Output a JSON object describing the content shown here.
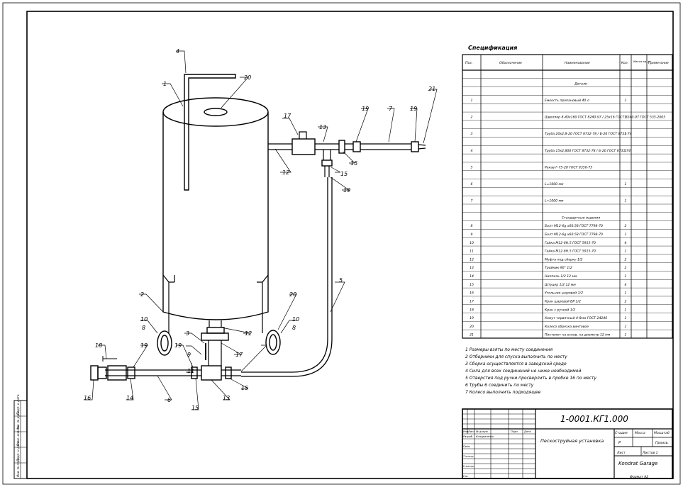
{
  "spec": {
    "title": "Спецификация",
    "headers": [
      "Поз.",
      "Обозначение",
      "Наименование",
      "Кол.",
      "Масса ед.,кг",
      "Примечание"
    ],
    "rows": [
      {
        "pos": "",
        "designation": "",
        "name": "",
        "qty": ""
      },
      {
        "pos": "",
        "designation": "",
        "name": "Детали",
        "qty": ""
      },
      {
        "pos": "",
        "designation": "",
        "name": "",
        "qty": ""
      },
      {
        "pos": "1",
        "designation": "",
        "name": "Емкость пропановый 40 л",
        "qty": "1"
      },
      {
        "pos": "",
        "designation": "",
        "name": "",
        "qty": ""
      },
      {
        "pos": "2",
        "designation": "",
        "name": "Швеллер 8-40x160 ГОСТ 8240-97 / 25x16 ГОСТ 8240-97 ГОСТ 535-2005",
        "qty": "1"
      },
      {
        "pos": "",
        "designation": "",
        "name": "",
        "qty": ""
      },
      {
        "pos": "3",
        "designation": "",
        "name": "Труба 20x2,8-20 ГОСТ 8732-78 / Б-20 ГОСТ 8731-74",
        "qty": "1"
      },
      {
        "pos": "",
        "designation": "",
        "name": "",
        "qty": ""
      },
      {
        "pos": "4",
        "designation": "",
        "name": "Труба 15x2,800 ГОСТ 8732-78 / Б-20 ГОСТ 8731-74",
        "qty": "1"
      },
      {
        "pos": "",
        "designation": "",
        "name": "",
        "qty": ""
      },
      {
        "pos": "5",
        "designation": "",
        "name": "Рукав Г-75-20 ГОСТ 9356-75",
        "qty": ""
      },
      {
        "pos": "",
        "designation": "",
        "name": "",
        "qty": ""
      },
      {
        "pos": "6",
        "designation": "",
        "name": "L=1000 мм",
        "qty": "1"
      },
      {
        "pos": "",
        "designation": "",
        "name": "",
        "qty": ""
      },
      {
        "pos": "7",
        "designation": "",
        "name": "L=1000 мм",
        "qty": "1"
      },
      {
        "pos": "",
        "designation": "",
        "name": "",
        "qty": ""
      },
      {
        "pos": "",
        "designation": "",
        "name": "Стандартные изделия",
        "qty": ""
      },
      {
        "pos": "8",
        "designation": "",
        "name": "Болт М12-6g x60.58 ГОСТ 7798-70",
        "qty": "2"
      },
      {
        "pos": "9",
        "designation": "",
        "name": "Болт М12-6g x60.58 ГОСТ 7798-70",
        "qty": "1"
      },
      {
        "pos": "10",
        "designation": "",
        "name": "Гайка М12-6Н.5 ГОСТ 5915-70",
        "qty": "4"
      },
      {
        "pos": "11",
        "designation": "",
        "name": "Гайка М12-6Н.5 ГОСТ 5915-70",
        "qty": "1"
      },
      {
        "pos": "12",
        "designation": "",
        "name": "Муфта под сборку 1/2",
        "qty": "2"
      },
      {
        "pos": "13",
        "designation": "",
        "name": "Тройник 90° 1/2",
        "qty": "2"
      },
      {
        "pos": "14",
        "designation": "",
        "name": "Ниппель 1/2 12 мм",
        "qty": "1"
      },
      {
        "pos": "15",
        "designation": "",
        "name": "Штуцер 1/2 12 мм",
        "qty": "4"
      },
      {
        "pos": "16",
        "designation": "",
        "name": "Угольник шаровой 1/2",
        "qty": "1"
      },
      {
        "pos": "17",
        "designation": "",
        "name": "Кран шаровой ВР 1/2",
        "qty": "2"
      },
      {
        "pos": "18",
        "designation": "",
        "name": "Кран с ручкой 1/2",
        "qty": "1"
      },
      {
        "pos": "19",
        "designation": "",
        "name": "Хомут червячный 4-8мм ГОСТ 24246",
        "qty": "1"
      },
      {
        "pos": "20",
        "designation": "",
        "name": "Колесо обрезка винтовое",
        "qty": "1"
      },
      {
        "pos": "21",
        "designation": "",
        "name": "Пистолет на основ. на диаметр 12 мм",
        "qty": "1"
      }
    ]
  },
  "notes": [
    "1  Размеры взяты по месту соединения",
    "2  Отборники для спуска выполнить по месту",
    "3  Сборка осуществляется в заводской среде",
    "4  Сила для всех соединений не ниже необходимой",
    "5  Отверстия под ручки просверлить в пробке 16 по месту",
    "6  Трубы 6 соединить по месту",
    "7  Колесо выполнить подходящее"
  ],
  "title_block": {
    "designation": "1-0001.КГ1.000",
    "name": "Пескоструйная установка",
    "stage_label": "Стадия",
    "mass_label": "Масса",
    "scale_label": "Масштаб",
    "stage_value": "Р",
    "scale_value": "Произв.",
    "sheet_label": "Лист",
    "sheets_label": "Листов 1",
    "org": "Kondrat Garage",
    "format": "Формат А2",
    "sig_headers": [
      "Изм.",
      "Лист",
      "№ докум.",
      "Подп.",
      "Дата"
    ],
    "roles": [
      "Разраб.",
      "Пров.",
      "Т.контр.",
      "Н.контр.",
      "Утв."
    ],
    "role_names": [
      "Кондратенко",
      "",
      "",
      "",
      ""
    ]
  },
  "side_stamp": {
    "labels": [
      "Инв. № подл.",
      "Подп. и дата",
      "Взам. инв. №",
      "Инв. № дубл.",
      "Подп. и дата"
    ]
  },
  "callouts": [
    "1",
    "2",
    "3",
    "4",
    "5",
    "6",
    "7",
    "8",
    "8",
    "9",
    "10",
    "10",
    "11",
    "12",
    "12",
    "13",
    "13",
    "14",
    "15",
    "15",
    "15",
    "15",
    "16",
    "17",
    "17",
    "18",
    "19",
    "19",
    "19",
    "19",
    "19",
    "20",
    "20",
    "21"
  ]
}
